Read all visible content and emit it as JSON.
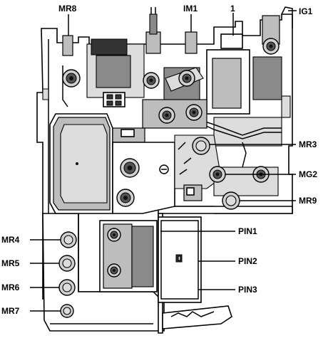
{
  "labels": {
    "mr8": "MR8",
    "im1": "IM1",
    "one": "1",
    "ig1": "IG1",
    "mr3": "MR3",
    "mg2": "MG2",
    "mr9": "MR9",
    "pin1": "PIN1",
    "pin2": "PIN2",
    "pin3": "PIN3",
    "mr4": "MR4",
    "mr5": "MR5",
    "mr6": "MR6",
    "mr7": "MR7"
  }
}
